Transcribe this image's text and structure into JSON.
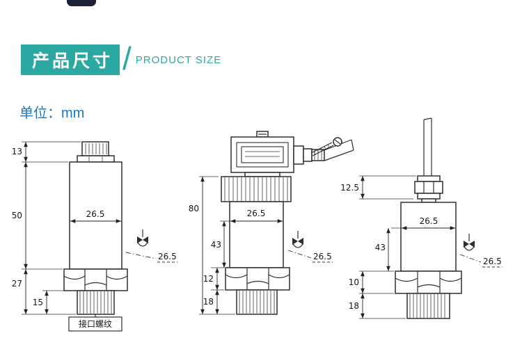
{
  "header": {
    "title_cn": "产品尺寸",
    "slash": "/",
    "title_en": "PRODUCT SIZE"
  },
  "unit": {
    "label_cn": "单位：",
    "value": "mm"
  },
  "colors": {
    "banner_teal": "#2BA8A1",
    "unit_blue": "#1778BE",
    "line": "#2e2e2e"
  },
  "drawings": {
    "left": {
      "thread_label": "接口螺纹",
      "dims": {
        "cap_height": "13",
        "body_height": "50",
        "lower_height": "27",
        "thread_height": "15",
        "body_width": "26.5",
        "hex_width": "26.5"
      }
    },
    "middle": {
      "dims": {
        "overall_height": "80",
        "body_height": "43",
        "nut_height": "12",
        "thread_height": "18",
        "body_width": "26.5",
        "hex_width": "26.5"
      }
    },
    "right": {
      "dims": {
        "gland_height": "12.5",
        "body_height": "43",
        "nut_height": "10",
        "thread_height": "18",
        "body_width": "26.5",
        "hex_width": "26.5"
      }
    }
  }
}
